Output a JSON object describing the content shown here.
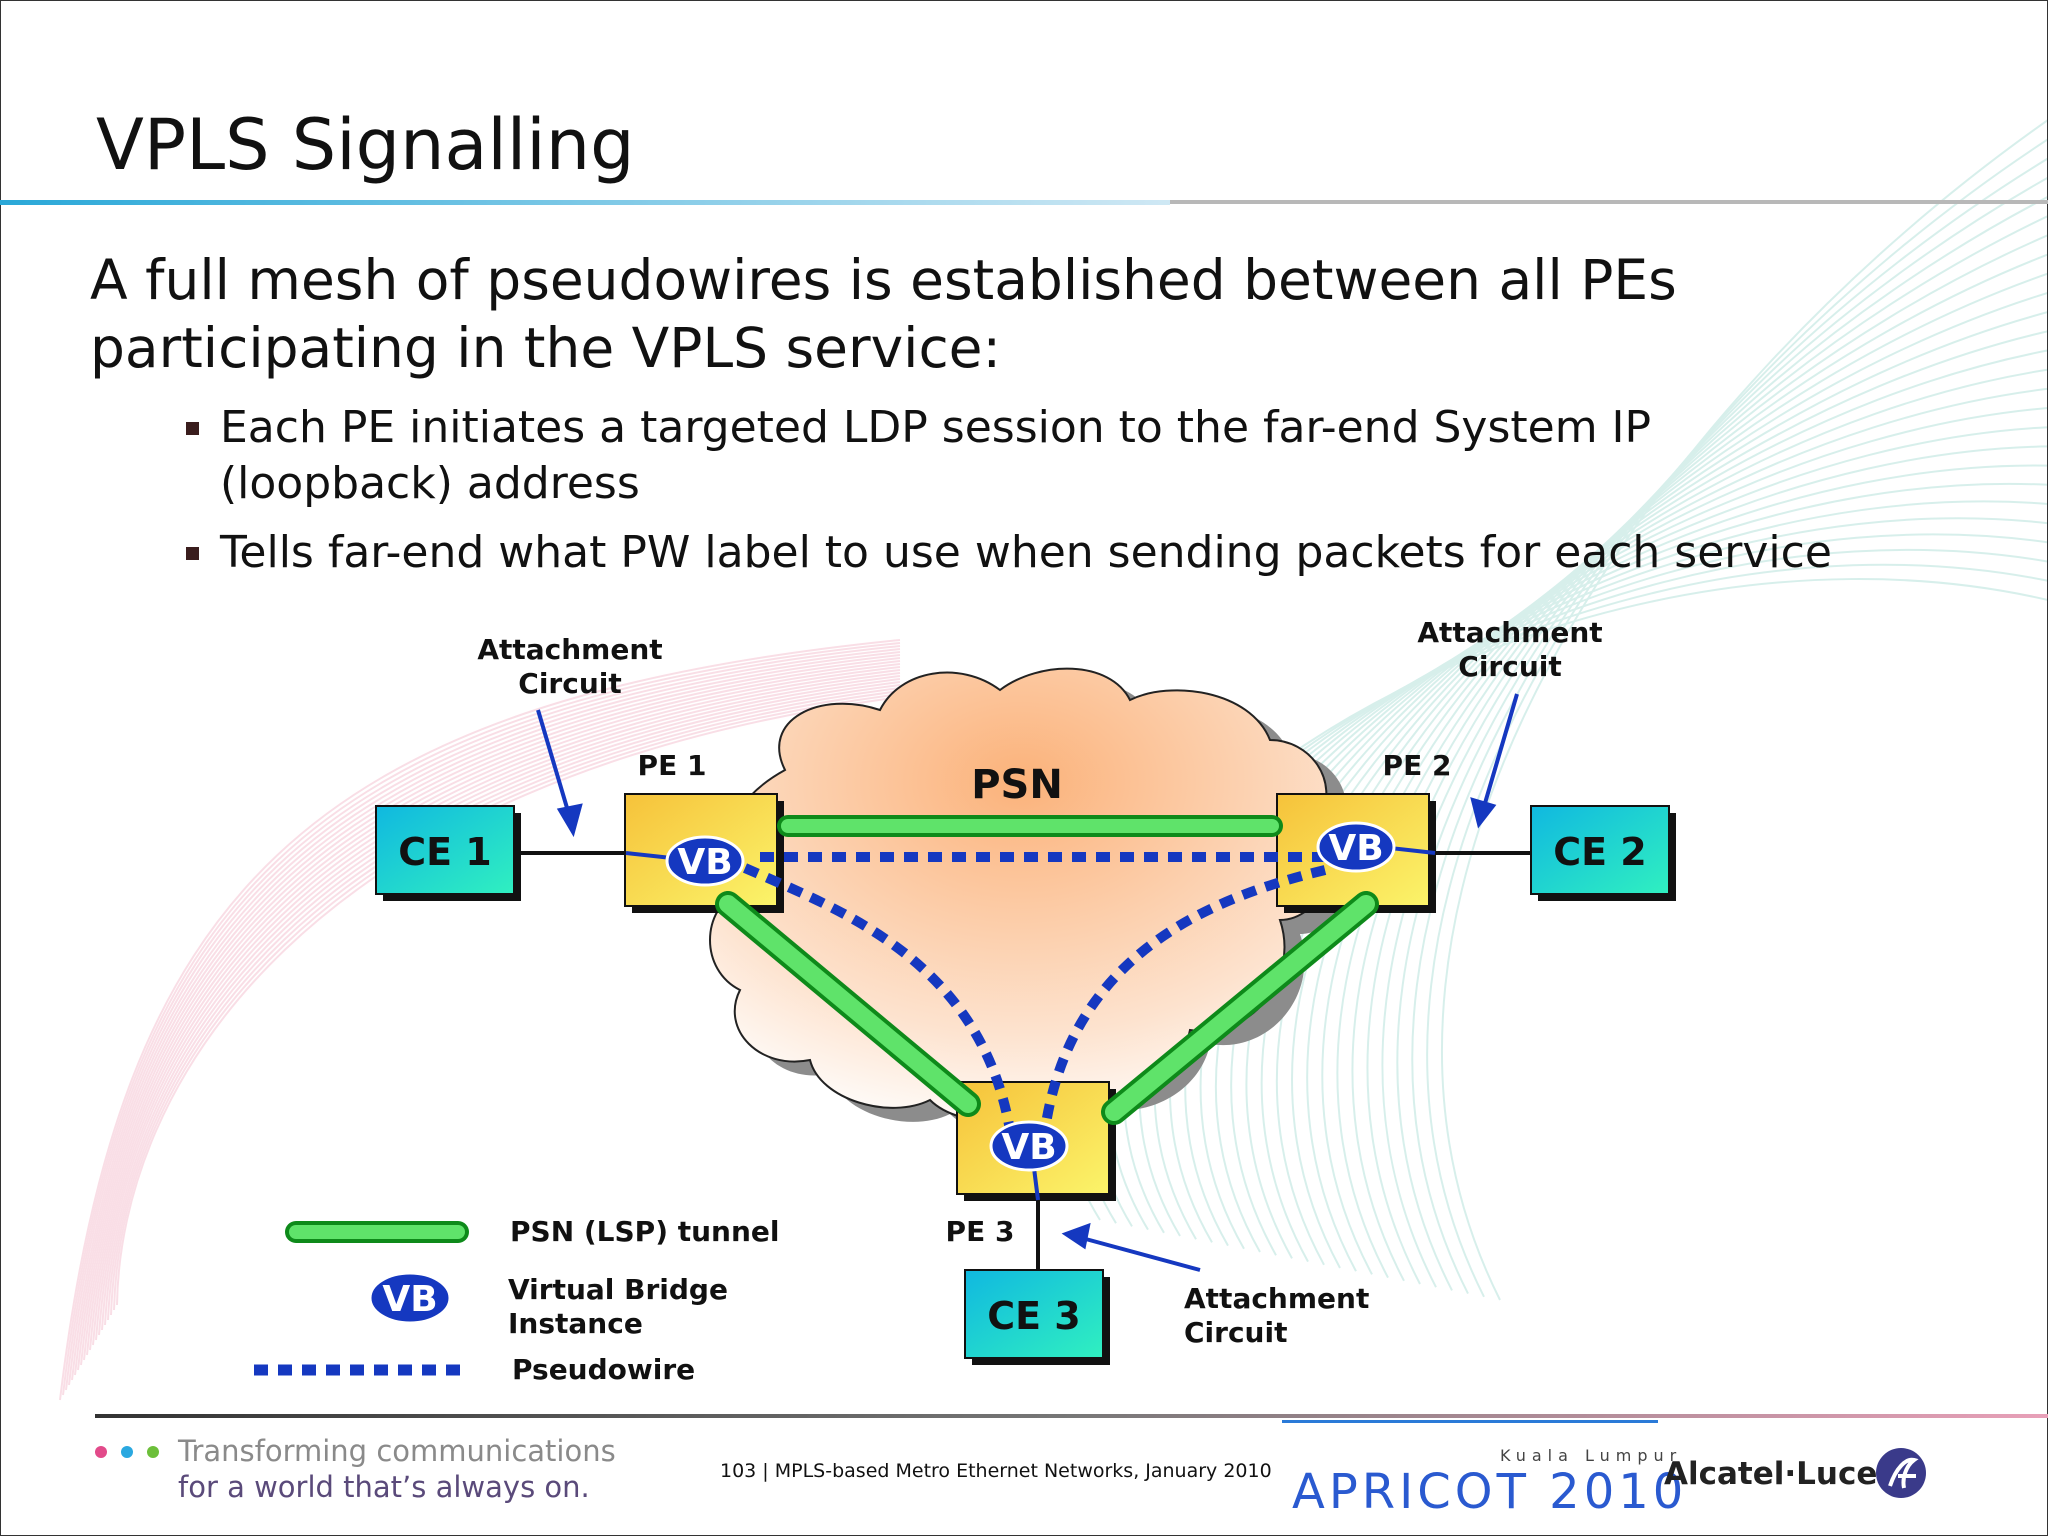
{
  "slide": {
    "title": "VPLS Signalling",
    "intro": " A full mesh of pseudowires is established between all PEs participating in the VPLS service:",
    "bullets": [
      "Each PE initiates a targeted LDP session to the far-end System IP (loopback) address",
      "Tells far-end what PW label to use when sending packets for each service"
    ]
  },
  "diagram": {
    "cloud_label": "PSN",
    "nodes": {
      "ce1": "CE 1",
      "ce2": "CE 2",
      "ce3": "CE 3",
      "pe1": "PE 1",
      "pe2": "PE 2",
      "pe3": "PE 3",
      "vb": "VB"
    },
    "attachment_circuit_1": "Attachment Circuit",
    "attachment_circuit_2": "Attachment Circuit",
    "attachment_circuit_3": "Attachment Circuit",
    "legend": {
      "tunnel": "PSN (LSP) tunnel",
      "vb_symbol": "VB",
      "vb": "Virtual Bridge Instance",
      "pseudowire": "Pseudowire"
    },
    "colors": {
      "ce_fill": "#18c8d8",
      "pe_fill": "#f7d24a",
      "tunnel": "#5fe36a",
      "tunnel_border": "#0e8a1a",
      "pseudowire": "#1538c0",
      "vb_fill": "#1538c0",
      "cloud": "#fbc89a"
    }
  },
  "footer": {
    "tagline_line1": "Transforming communications",
    "tagline_line2": "for a world that’s always on.",
    "page_info": "103 | MPLS-based Metro Ethernet Networks, January 2010",
    "apricot": "APRICOT 2010",
    "kuala_lumpur": "Kuala Lumpur",
    "brand": "Alcatel·Lucent"
  }
}
